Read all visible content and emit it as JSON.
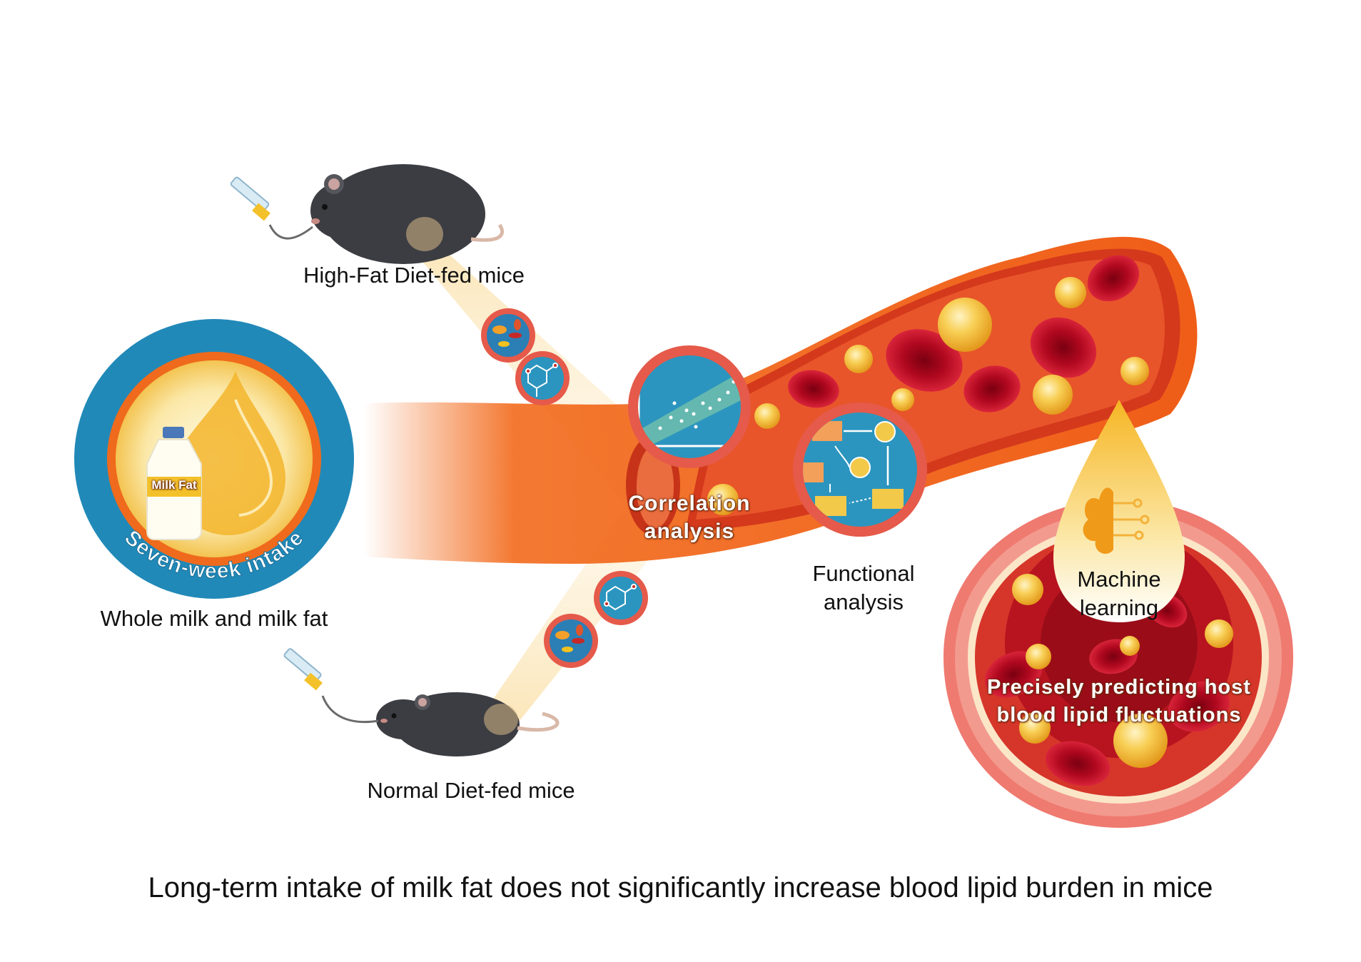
{
  "labels": {
    "hfd_mice": "High-Fat Diet-fed mice",
    "nd_mice": "Normal Diet-fed mice",
    "whole_milk": "Whole milk and milk fat",
    "seven_week": "Seven-week intake",
    "bottle_label": "Milk Fat",
    "correlation_line1": "Correlation",
    "correlation_line2": "analysis",
    "functional_line1": "Functional",
    "functional_line2": "analysis",
    "ml_line1": "Machine",
    "ml_line2": "learning",
    "predict_line1": "Precisely predicting host",
    "predict_line2": "blood lipid fluctuations"
  },
  "caption": "Long-term intake of milk fat does not significantly increase blood lipid burden in mice",
  "colors": {
    "vessel_orange": "#f26a1b",
    "vessel_dark": "#c9361a",
    "rbc_red": "#c8102e",
    "lipid_yellow": "#f7c43a",
    "circle_blue": "#2b8fbf",
    "ring_red": "#e0514a",
    "milk_gold": "#f3b52b"
  },
  "icons": [
    "syringe-icon",
    "mouse-icon",
    "microbe-icon",
    "molecule-icon",
    "milk-bottle-icon",
    "milk-drop-icon",
    "scatter-plot-icon",
    "flowchart-icon",
    "brain-circuit-icon",
    "red-blood-cell-icon",
    "lipid-droplet-icon"
  ]
}
